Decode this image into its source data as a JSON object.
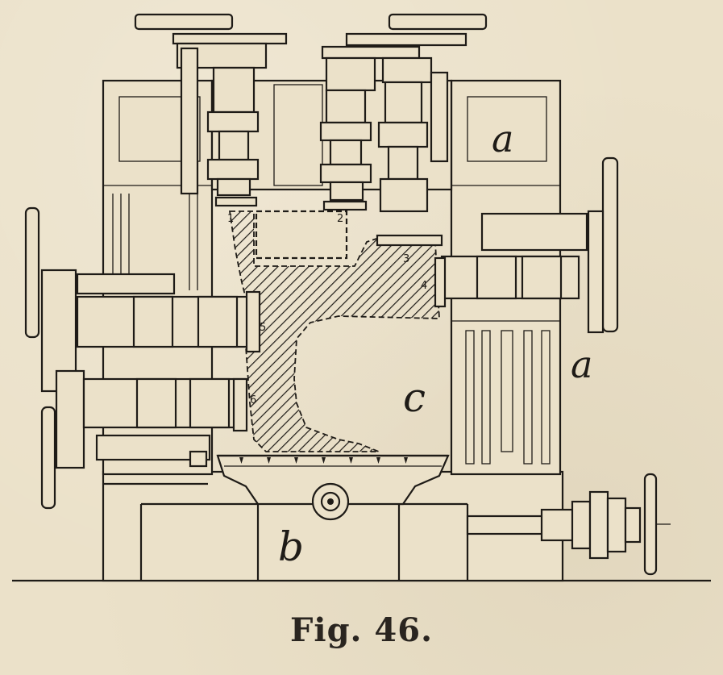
{
  "caption": "Fig. 46.",
  "labels": {
    "a_top": "a",
    "a_right": "a",
    "c": "c",
    "b": "b"
  },
  "numbers": [
    "1",
    "2",
    "3",
    "4",
    "5",
    "6"
  ]
}
